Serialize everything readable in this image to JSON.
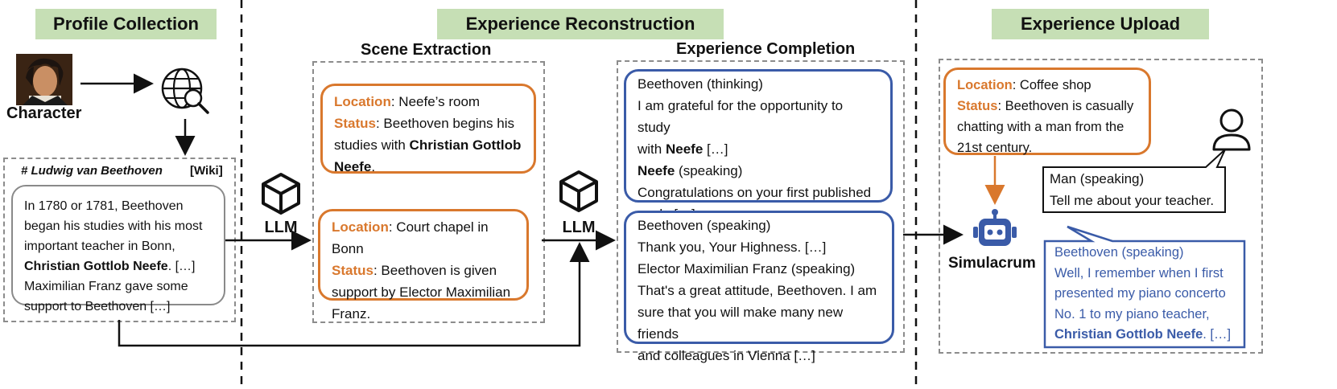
{
  "sections": {
    "profile": "Profile Collection",
    "reconstruction": "Experience Reconstruction",
    "upload": "Experience Upload"
  },
  "subsections": {
    "scene": "Scene Extraction",
    "completion": "Experience Completion"
  },
  "character_label": "Character",
  "llm_label": "LLM",
  "wiki": {
    "title": "# Ludwig van Beethoven",
    "tag": "[Wiki]",
    "text_a": "In 1780 or 1781, Beethoven began his studies with his most important teacher in Bonn, ",
    "text_bold": "Christian Gottlob Neefe",
    "text_b": ". […] Maximilian Franz gave some support to Beethoven […]"
  },
  "scenes": [
    {
      "location_label": "Location",
      "location": ": Neefe’s room",
      "status_label": "Status",
      "status_a": ": Beethoven begins his studies with ",
      "status_bold": "Christian Gottlob Neefe",
      "status_b": "."
    },
    {
      "location_label": "Location",
      "location": ": Court chapel in Bonn",
      "status_label": "Status",
      "status_a": ": Beethoven is given support by Elector Maximilian Franz."
    }
  ],
  "completion": {
    "box1": {
      "l1": "Beethoven (thinking)",
      "l2": "I am grateful for the opportunity to study",
      "l3a": "with ",
      "l3b": "Neefe",
      "l3c": " […]",
      "l4a": "Neefe",
      "l4b": " (speaking)",
      "l5": "Congratulations on your first published",
      "l6": "work, […]"
    },
    "box2": {
      "l1": "Beethoven (speaking)",
      "l2": "Thank you, Your Highness. […]",
      "l3": "Elector Maximilian Franz (speaking)",
      "l4": "That's a great attitude, Beethoven. I am",
      "l5": "sure that you will make many new friends",
      "l6": "and colleagues in Vienna […]"
    }
  },
  "upload": {
    "location_label": "Location",
    "location": ": Coffee shop",
    "status_label": "Status",
    "status": ": Beethoven is casually chatting with a man from the 21st century.",
    "man_speaker": "Man (speaking)",
    "man_text": "Tell me about your teacher.",
    "simulacrum_label": "Simulacrum",
    "reply_speaker": "Beethoven (speaking)",
    "reply_text": "Well, I remember when I first presented my piano concerto No. 1 to my piano teacher, ",
    "reply_bold": "Christian Gottlob Neefe",
    "reply_end": ". […]"
  },
  "colors": {
    "header_bg": "#c6dfb5",
    "orange": "#d9782d",
    "blue": "#3a5ba8",
    "gray": "#8a8a8a"
  }
}
